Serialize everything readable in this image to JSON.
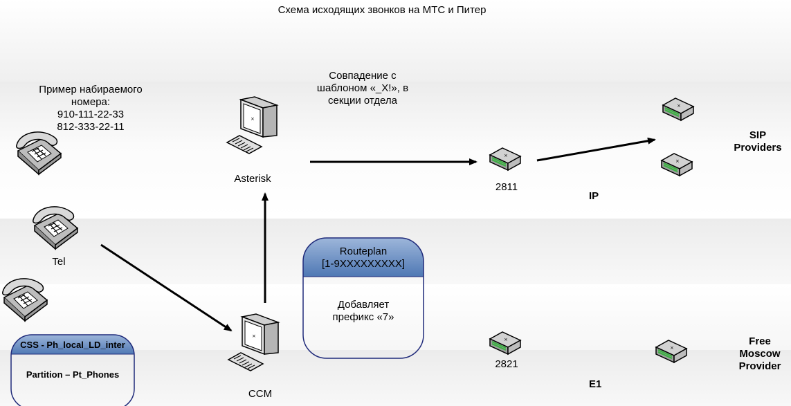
{
  "title": "Схема исходящих звонков на МТС и Питер",
  "dial_example": {
    "line1": "Пример набираемого",
    "line2": "номера:",
    "number1": "910-111-22-33",
    "number2": "812-333-22-11"
  },
  "pattern_match": {
    "line1": "Совпадение с",
    "line2": "шаблоном «_X!», в",
    "line3": "секции отдела"
  },
  "nodes": {
    "asterisk": "Asterisk",
    "router_2811": "2811",
    "router_2821": "2821",
    "ccm": "CCM",
    "tel": "Tel"
  },
  "sip": {
    "line1": "SIP",
    "line2": "Providers"
  },
  "free_moscow": {
    "line1": "Free",
    "line2": "Moscow",
    "line3": "Provider"
  },
  "links": {
    "ip": "IP",
    "e1": "E1"
  },
  "routeplan": {
    "title1": "Routeplan",
    "title2": "[1-9XXXXXXXXX]",
    "body1": "Добавляет",
    "body2": "префикс «7»"
  },
  "css_box": {
    "title": "CSS - Ph_local_LD_inter",
    "body": "Partition – Pt_Phones"
  },
  "colors": {
    "band": "#ededed",
    "box_header": "#5b83bd",
    "box_border": "#1f2a7a",
    "router_accent": "#3cb043"
  },
  "icons": [
    "telephone-icon",
    "computer-icon",
    "router-icon"
  ]
}
